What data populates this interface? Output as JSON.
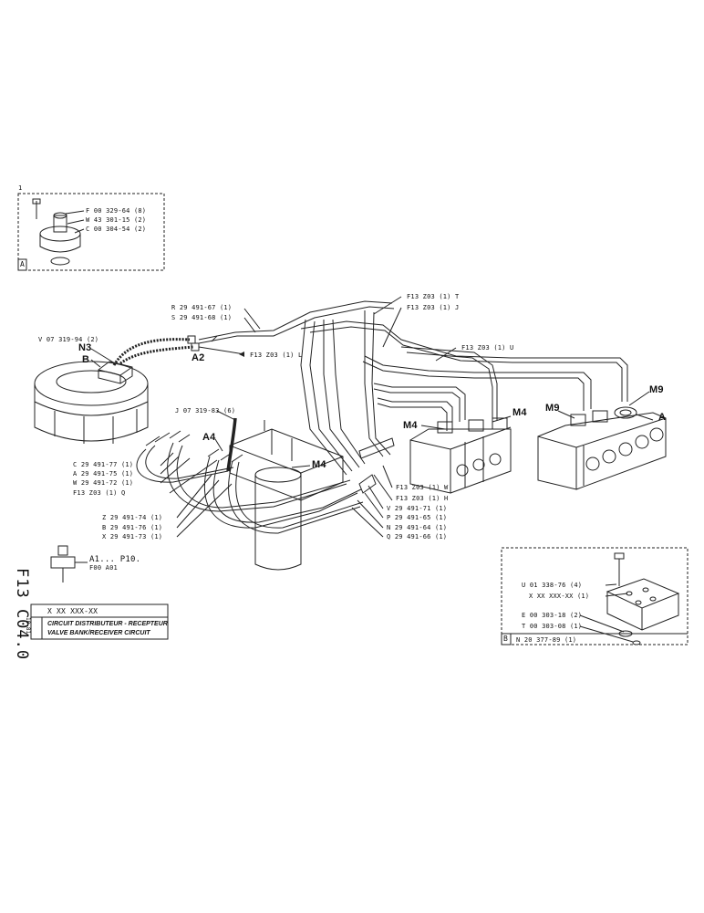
{
  "document": {
    "code": "F13 C04.0",
    "part_number": "X XX XXX-XX",
    "title_fr": "CIRCUIT DISTRIBUTEUR - RECEPTEUR",
    "title_en": "VALVE BANK/RECEIVER CIRCUIT",
    "date": "10-81"
  },
  "detail_a": {
    "index": "1",
    "letter": "A",
    "parts": [
      "F 00 329-64 (8)",
      "W 43 301-15 (2)",
      "C 00 304-54 (2)"
    ]
  },
  "detail_b": {
    "letter": "B",
    "main_part": "N 20 377-89 (1)",
    "parts": [
      "U 01 338-76 (4)",
      "X XX XXX-XX (1)",
      "E 00 303-18 (2)",
      "T 00 303-08 (1)"
    ]
  },
  "sensor": {
    "label": "A1... P10.",
    "ref": "F00 A01"
  },
  "callouts": {
    "N3": "N3",
    "B": "B",
    "A2": "A2",
    "A4": "A4",
    "M4_center": "M4",
    "M4_left": "M4",
    "M4_right": "M4",
    "M9_top": "M9",
    "M9_left": "M9",
    "A_right": "A"
  },
  "hose_parts": {
    "R": "R 29 491-67 (1)",
    "S": "S 29 491-68 (1)",
    "V": "V 07 319-94 (2)",
    "J": "J 07 319-83 (6)",
    "C": "C 29 491-77 (1)",
    "A": "A 29 491-75 (1)",
    "W": "W 29 491-72 (1)",
    "Q_ref": "F13 Z03 (1) Q",
    "Z": "Z 29 491-74 (1)",
    "Bp": "B 29 491-76 (1)",
    "X": "X 29 491-73 (1)",
    "L_ref": "F13 Z03 (1) L",
    "T_ref": "F13 Z03 (1) T",
    "J_ref": "F13 Z03 (1) J",
    "U_ref": "F13 Z03 (1) U",
    "W_ref": "F13 Z03 (1) W",
    "H_ref": "F13 Z03 (1) H",
    "V2": "V 29 491-71 (1)",
    "P": "P 29 491-65 (1)",
    "N": "N 29 491-64 (1)",
    "Q": "Q 29 491-66 (1)"
  }
}
